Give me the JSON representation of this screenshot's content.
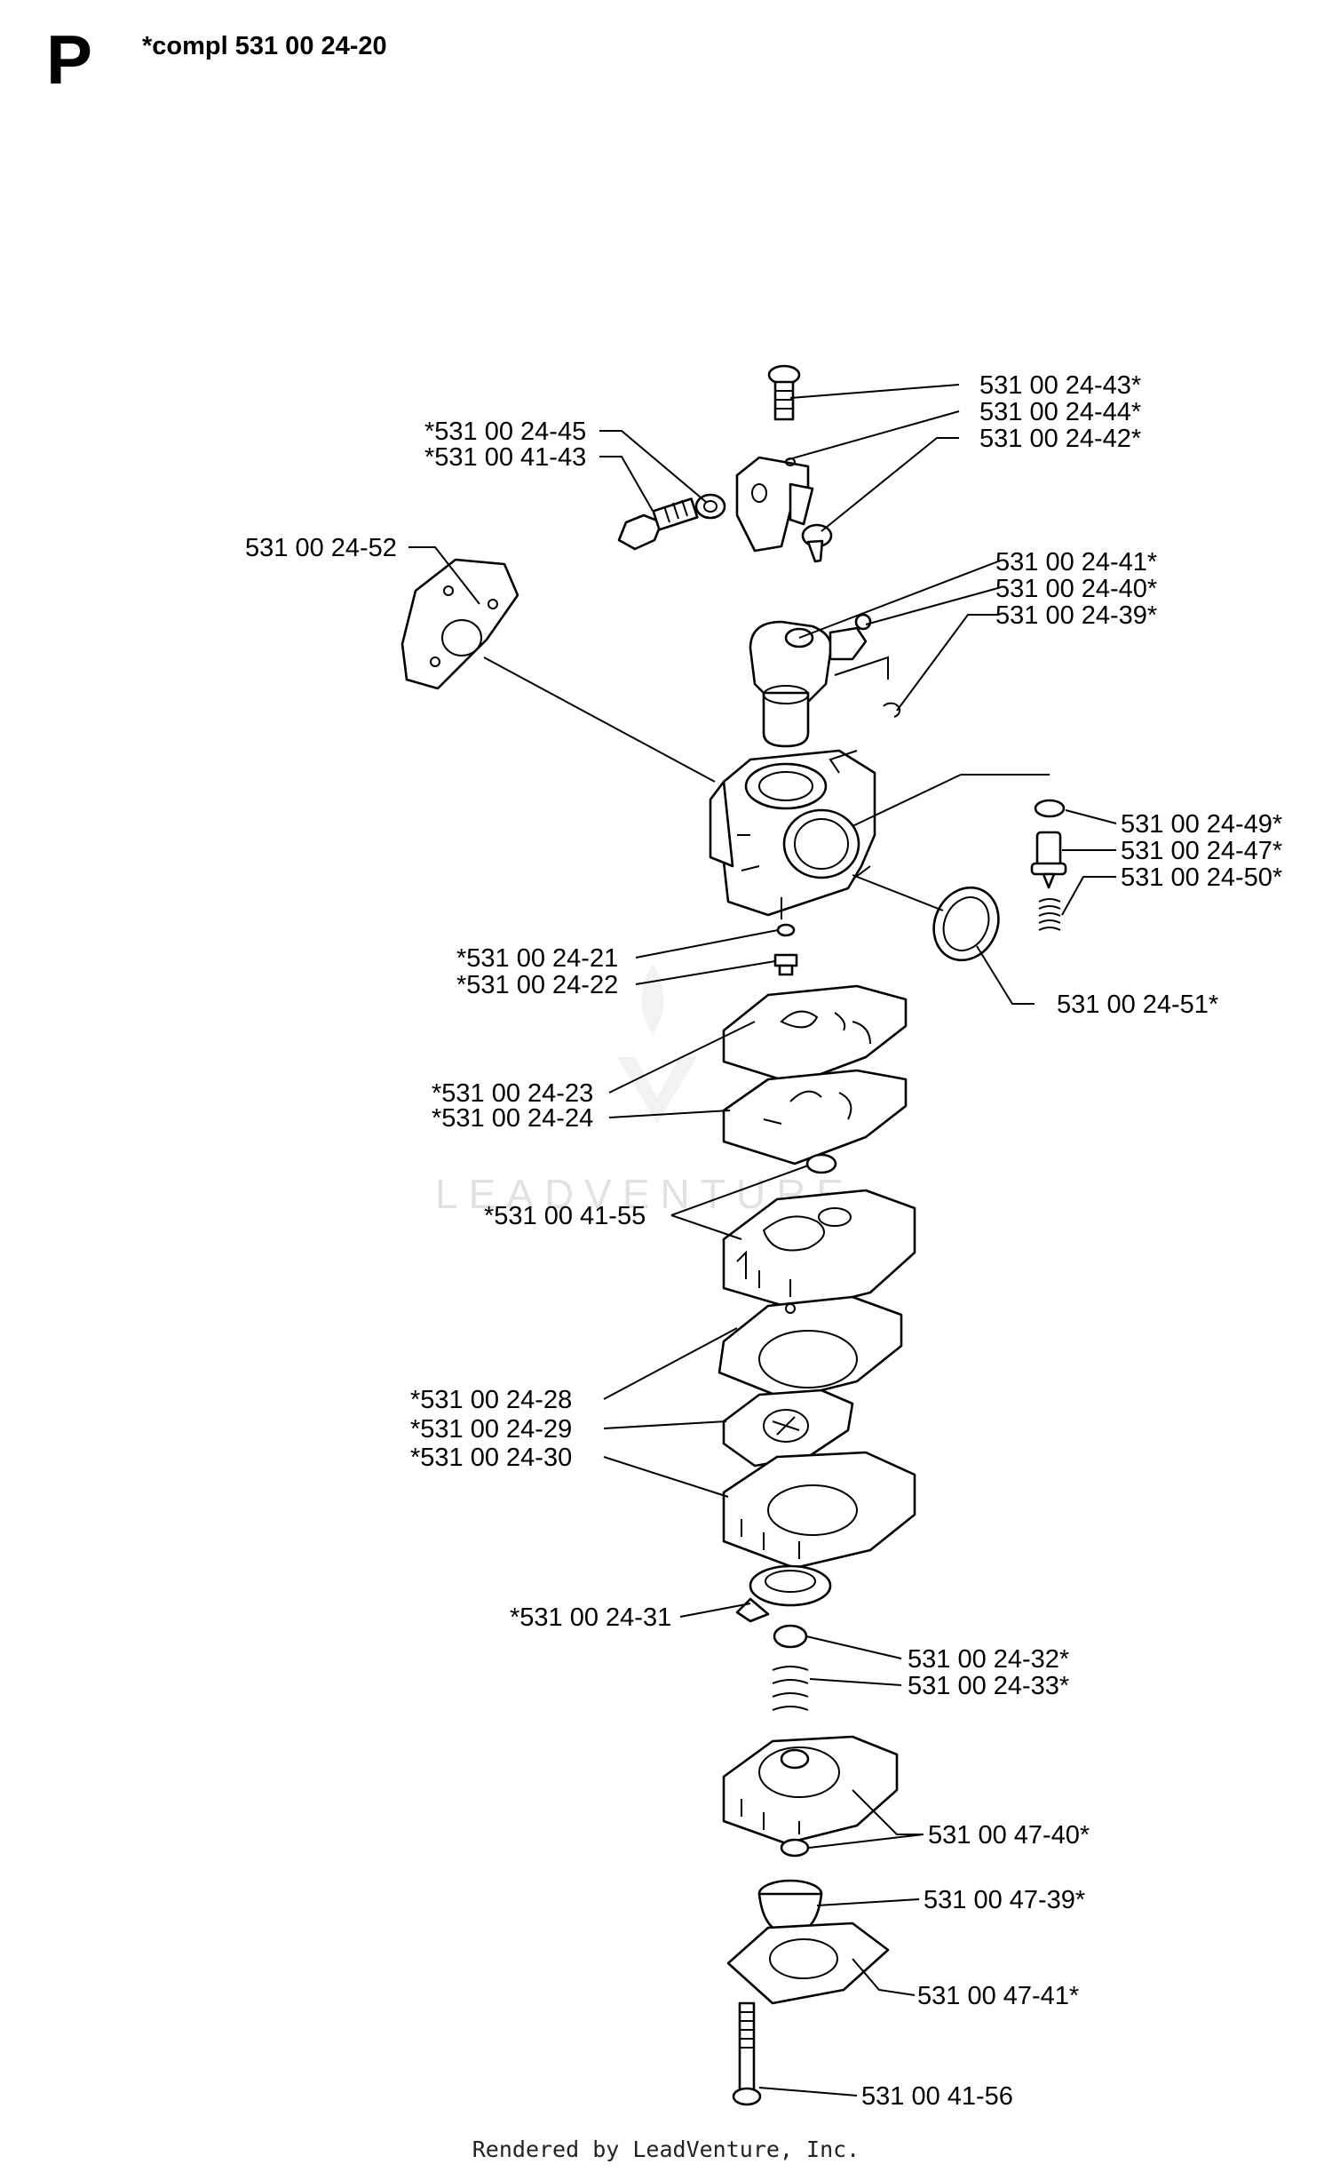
{
  "header": {
    "section_letter": "P",
    "assembly_title": "*compl 531 00 24-20"
  },
  "watermark": "LEADVENTURE",
  "footer": "Rendered by LeadVenture, Inc.",
  "callouts": [
    {
      "id": "p1",
      "label": "531 00 24-43*"
    },
    {
      "id": "p2",
      "label": "531 00 24-44*"
    },
    {
      "id": "p3",
      "label": "531 00 24-42*"
    },
    {
      "id": "p4",
      "label": "*531 00 24-45"
    },
    {
      "id": "p5",
      "label": "*531 00 41-43"
    },
    {
      "id": "p6",
      "label": "531 00 24-52"
    },
    {
      "id": "p7",
      "label": "531 00 24-41*"
    },
    {
      "id": "p8",
      "label": "531 00 24-40*"
    },
    {
      "id": "p9",
      "label": "531 00 24-39*"
    },
    {
      "id": "p10",
      "label": "531 00 24-49*"
    },
    {
      "id": "p11",
      "label": "531 00 24-47*"
    },
    {
      "id": "p12",
      "label": "531 00 24-50*"
    },
    {
      "id": "p13",
      "label": "*531 00 24-21"
    },
    {
      "id": "p14",
      "label": "*531 00 24-22"
    },
    {
      "id": "p15",
      "label": "531 00 24-51*"
    },
    {
      "id": "p16",
      "label": "*531 00 24-23"
    },
    {
      "id": "p17",
      "label": "*531 00 24-24"
    },
    {
      "id": "p18",
      "label": "*531 00 41-55"
    },
    {
      "id": "p19",
      "label": "*531 00 24-28"
    },
    {
      "id": "p20",
      "label": "*531 00 24-29"
    },
    {
      "id": "p21",
      "label": "*531 00 24-30"
    },
    {
      "id": "p22",
      "label": "*531 00 24-31"
    },
    {
      "id": "p23",
      "label": "531 00 24-32*"
    },
    {
      "id": "p24",
      "label": "531 00 24-33*"
    },
    {
      "id": "p25",
      "label": "531 00 47-40*"
    },
    {
      "id": "p26",
      "label": "531 00 47-39*"
    },
    {
      "id": "p27",
      "label": "531 00 47-41*"
    },
    {
      "id": "p28",
      "label": "531 00 41-56"
    }
  ]
}
